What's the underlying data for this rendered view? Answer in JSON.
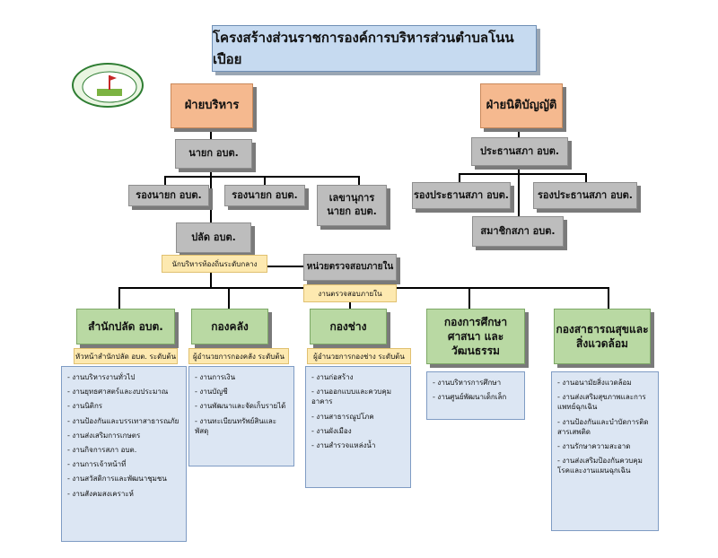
{
  "title": "โครงสร้างส่วนราชการองค์การบริหารส่วนตำบลโนนเปือย",
  "logo": {
    "name": "seal-icon"
  },
  "executive": {
    "head": "ฝ่ายบริหาร",
    "mayor": "นายก อบต.",
    "deputy1": "รองนายก อบต.",
    "deputy2": "รองนายก อบต.",
    "secretary": "เลขานุการ นายก อบต.",
    "palad": "ปลัด อบต.",
    "palad_note": "นักบริหารท้องถิ่นระดับกลาง"
  },
  "legislative": {
    "head": "ฝ่ายนิติบัญญัติ",
    "chair": "ประธานสภา อบต.",
    "vice1": "รองประธานสภา อบต.",
    "vice2": "รองประธานสภา อบต.",
    "members": "สมาชิกสภา อบต."
  },
  "audit": {
    "name": "หน่วยตรวจสอบภายใน",
    "note": "งานตรวจสอบภายใน"
  },
  "departments": [
    {
      "name": "สำนักปลัด อบต.",
      "note": "หัวหน้าสำนักปลัด อบต. ระดับต้น",
      "tasks": [
        "- งานบริหารงานทั่วไป",
        "- งานยุทธศาสตร์และงบประมาณ",
        "- งานนิติกร",
        "- งานป้องกันและบรรเทาสาธารณภัย",
        "- งานส่งเสริมการเกษตร",
        "- งานกิจการสภา อบต.",
        "- งานการเจ้าหน้าที่",
        "- งานสวัสดิการและพัฒนาชุมชน",
        "- งานสังคมสงเคราะห์"
      ]
    },
    {
      "name": "กองคลัง",
      "note": "ผู้อำนวยการกองคลัง ระดับต้น",
      "tasks": [
        "- งานการเงิน",
        "- งานบัญชี",
        "- งานพัฒนาและจัดเก็บรายได้",
        "- งานทะเบียนทรัพย์สินและพัสดุ"
      ]
    },
    {
      "name": "กองช่าง",
      "note": "ผู้อำนวยการกองช่าง ระดับต้น",
      "tasks": [
        "- งานก่อสร้าง",
        "- งานออกแบบและควบคุมอาคาร",
        "- งานสาธารณูปโภค",
        "- งานผังเมือง",
        "- งานสำรวจแหล่งน้ำ"
      ]
    },
    {
      "name": "กองการศึกษา ศาสนา และวัฒนธรรม",
      "tasks": [
        "- งานบริหารการศึกษา",
        "- งานศูนย์พัฒนาเด็กเล็ก"
      ]
    },
    {
      "name": "กองสาธารณสุขและสิ่งแวดล้อม",
      "tasks": [
        "- งานอนามัยสิ่งแวดล้อม",
        "- งานส่งเสริมสุขภาพและการแพทย์ฉุกเฉิน",
        "- งานป้องกันและบำบัดการติดสารเสพติด",
        "- งานรักษาความสะอาด",
        "- งานส่งเสริมป้องกันควบคุมโรคและงานแผนฉุกเฉิน"
      ]
    }
  ]
}
